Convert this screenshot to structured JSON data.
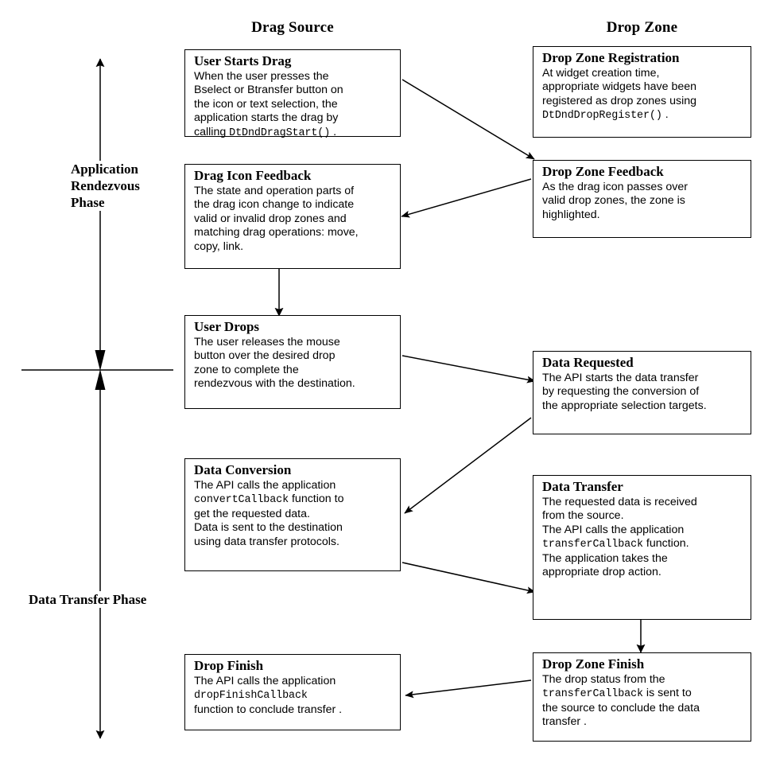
{
  "diagram": {
    "title_left": "Drag Source",
    "title_right": "Drop Zone",
    "phases": [
      {
        "id": "rendezvous",
        "label_line1": "Application",
        "label_line2": "Rendezvous",
        "label_line3": "Phase"
      },
      {
        "id": "transfer",
        "label_line1": "Data Transfer Phase"
      }
    ],
    "axis": {
      "name": "time-axis",
      "top_arrow": "up",
      "bottom_arrow": "down",
      "divider": "phase-divider-line"
    },
    "colors": {
      "ink": "#000000",
      "background": "#ffffff",
      "box_border": "#000000"
    }
  },
  "nodes": {
    "user_starts_drag": {
      "title": "User Starts Drag",
      "line1": "When the user presses the",
      "line2": "Bselect or Btransfer button on",
      "line3": "the icon or text selection, the",
      "line4": "application starts the drag by",
      "line5_pre": "calling ",
      "line5_code": "DtDndDragStart()",
      "line5_post": " ."
    },
    "drag_icon_feedback": {
      "title": "Drag Icon Feedback",
      "line1": "The state and operation parts of",
      "line2": "the drag icon change to indicate",
      "line3": "valid or invalid drop zones and",
      "line4": "matching drag operations: move,",
      "line5": "copy, link."
    },
    "user_drops": {
      "title": "User Drops",
      "line1": "The user releases the mouse",
      "line2": "button over the desired drop",
      "line3": "zone to complete the",
      "line4": "rendezvous with the destination."
    },
    "data_conversion": {
      "title": "Data Conversion",
      "line1": "The API calls the application",
      "line2_code": "convertCallback",
      "line2_post": " function to",
      "line3": "get the requested data.",
      "line4": "Data is sent to the destination",
      "line5": "using data transfer protocols."
    },
    "drop_finish": {
      "title": "Drop Finish",
      "line1": "The API calls the application",
      "line2_code": "dropFinishCallback",
      "line3": "function to conclude transfer  ."
    },
    "drop_zone_registration": {
      "title": "Drop Zone Registration",
      "line1": "At widget creation time,",
      "line2": "appropriate widgets have been",
      "line3": "registered as drop zones using",
      "line4_code": "DtDndDropRegister()",
      "line4_post": " ."
    },
    "drop_zone_feedback": {
      "title": "Drop Zone Feedback",
      "line1": "As the drag icon passes over",
      "line2": "valid drop zones, the zone is",
      "line3": "highlighted."
    },
    "data_requested": {
      "title": "Data Requested",
      "line1": "The API starts the data transfer",
      "line2": "by requesting the conversion of",
      "line3": "the appropriate selection targets."
    },
    "data_transfer": {
      "title": "Data Transfer",
      "line1": "The requested data is received",
      "line2": "from the source.",
      "line3": "The API calls the application",
      "line4_code": "transferCallback",
      "line4_post": " function.",
      "line5": "The application takes the",
      "line6": "appropriate drop action."
    },
    "drop_zone_finish": {
      "title": "Drop Zone Finish",
      "line1": "The drop status from the",
      "line2_code": "transferCallback",
      "line2_post": " is sent to",
      "line3": "the source to conclude the data",
      "line4": "transfer ."
    }
  },
  "edges": [
    {
      "name": "edge-user-starts-drag-to-drop-zone-feedback",
      "from": "user_starts_drag",
      "to": "drop_zone_feedback"
    },
    {
      "name": "edge-drop-zone-feedback-to-drag-icon-feedback",
      "from": "drop_zone_feedback",
      "to": "drag_icon_feedback"
    },
    {
      "name": "edge-drag-icon-feedback-to-user-drops",
      "from": "drag_icon_feedback",
      "to": "user_drops"
    },
    {
      "name": "edge-user-drops-to-data-requested",
      "from": "user_drops",
      "to": "data_requested"
    },
    {
      "name": "edge-data-requested-to-data-conversion",
      "from": "data_requested",
      "to": "data_conversion"
    },
    {
      "name": "edge-data-conversion-to-data-transfer",
      "from": "data_conversion",
      "to": "data_transfer"
    },
    {
      "name": "edge-data-transfer-to-drop-zone-finish",
      "from": "data_transfer",
      "to": "drop_zone_finish"
    },
    {
      "name": "edge-drop-zone-finish-to-drop-finish",
      "from": "drop_zone_finish",
      "to": "drop_finish"
    }
  ]
}
